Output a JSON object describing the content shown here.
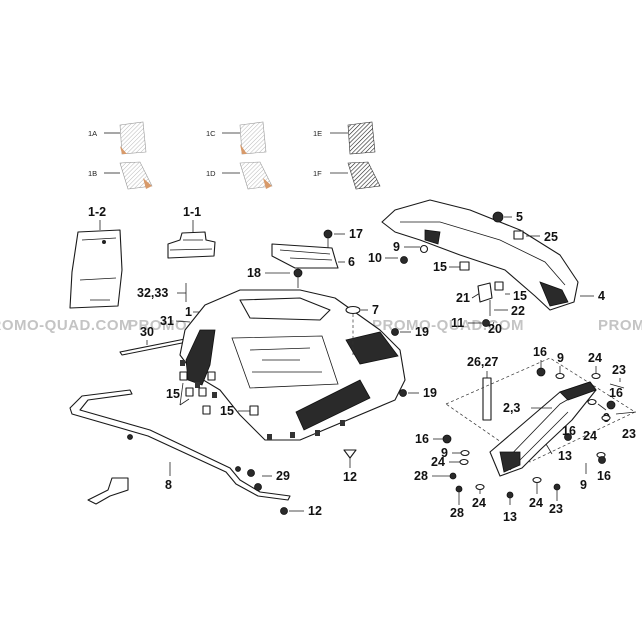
{
  "watermark": "PROMO-QUAD.COM",
  "decal_codes": [
    "1A",
    "1B",
    "1C",
    "1D",
    "1E",
    "1F"
  ],
  "callouts": {
    "c1": "1",
    "c1_1": "1-1",
    "c1_2": "1-2",
    "c2_3": "2,3",
    "c4": "4",
    "c5": "5",
    "c6": "6",
    "c7": "7",
    "c8": "8",
    "c9_a": "9",
    "c9_b": "9",
    "c9_c": "9",
    "c9_d": "9",
    "c9_e": "9",
    "c10": "10",
    "c11": "11",
    "c12_a": "12",
    "c12_b": "12",
    "c13_a": "13",
    "c13_b": "13",
    "c15_a": "15",
    "c15_b": "15",
    "c15_c": "15",
    "c15_d": "15",
    "c16_a": "16",
    "c16_b": "16",
    "c16_c": "16",
    "c16_d": "16",
    "c17": "17",
    "c18": "18",
    "c19_a": "19",
    "c19_b": "19",
    "c20": "20",
    "c21": "21",
    "c22": "22",
    "c23_a": "23",
    "c23_b": "23",
    "c23_c": "23",
    "c24_a": "24",
    "c24_b": "24",
    "c24_c": "24",
    "c24_d": "24",
    "c24_e": "24",
    "c25": "25",
    "c26_27": "26,27",
    "c28_a": "28",
    "c28_b": "28",
    "c29": "29",
    "c30": "30",
    "c31": "31",
    "c32_33": "32,33"
  }
}
